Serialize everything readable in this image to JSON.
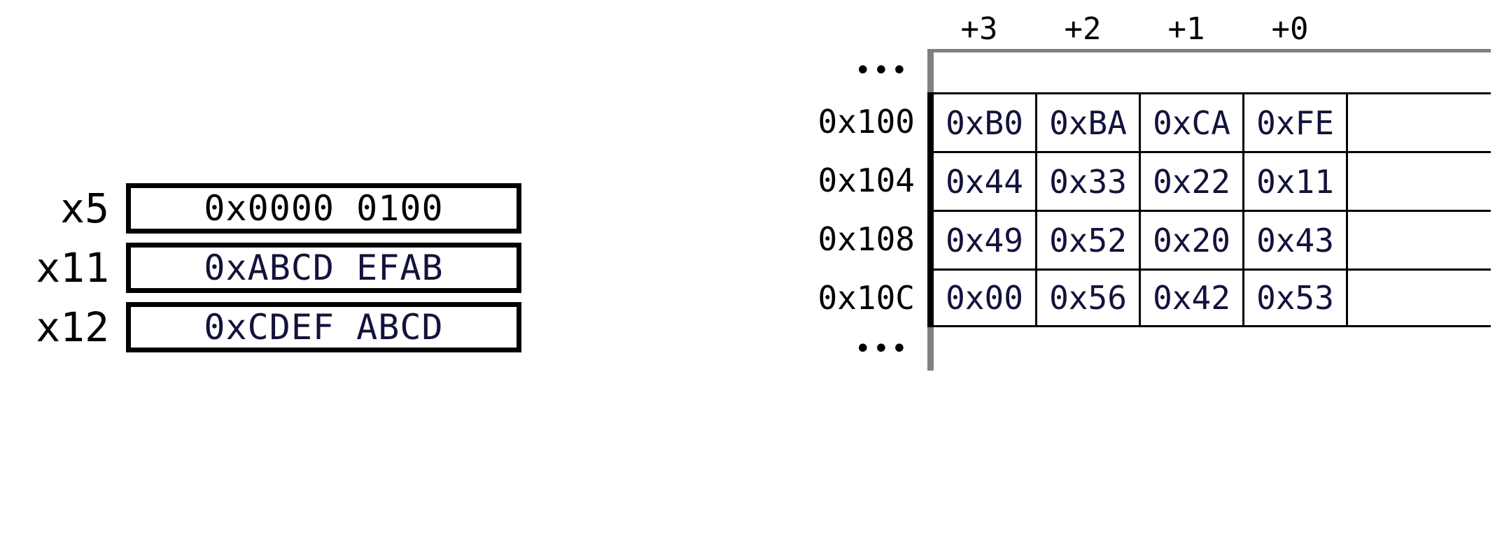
{
  "registers": {
    "rows": [
      {
        "name": "x5",
        "value": "0x0000 0100",
        "value_color": "black"
      },
      {
        "name": "x11",
        "value": "0xABCD EFAB",
        "value_color": "navy"
      },
      {
        "name": "x12",
        "value": "0xCDEF ABCD",
        "value_color": "navy"
      }
    ]
  },
  "memory": {
    "column_headers": [
      "+3",
      "+2",
      "+1",
      "+0"
    ],
    "ellipsis": "•••",
    "rows": [
      {
        "address": "0x100",
        "bytes": [
          "0xB0",
          "0xBA",
          "0xCA",
          "0xFE"
        ]
      },
      {
        "address": "0x104",
        "bytes": [
          "0x44",
          "0x33",
          "0x22",
          "0x11"
        ]
      },
      {
        "address": "0x108",
        "bytes": [
          "0x49",
          "0x52",
          "0x20",
          "0x43"
        ]
      },
      {
        "address": "0x10C",
        "bytes": [
          "0x00",
          "0x56",
          "0x42",
          "0x53"
        ]
      }
    ]
  },
  "colors": {
    "value_navy": "#12123c",
    "text_black": "#000000",
    "rule_gray": "#808080",
    "background": "#ffffff"
  }
}
